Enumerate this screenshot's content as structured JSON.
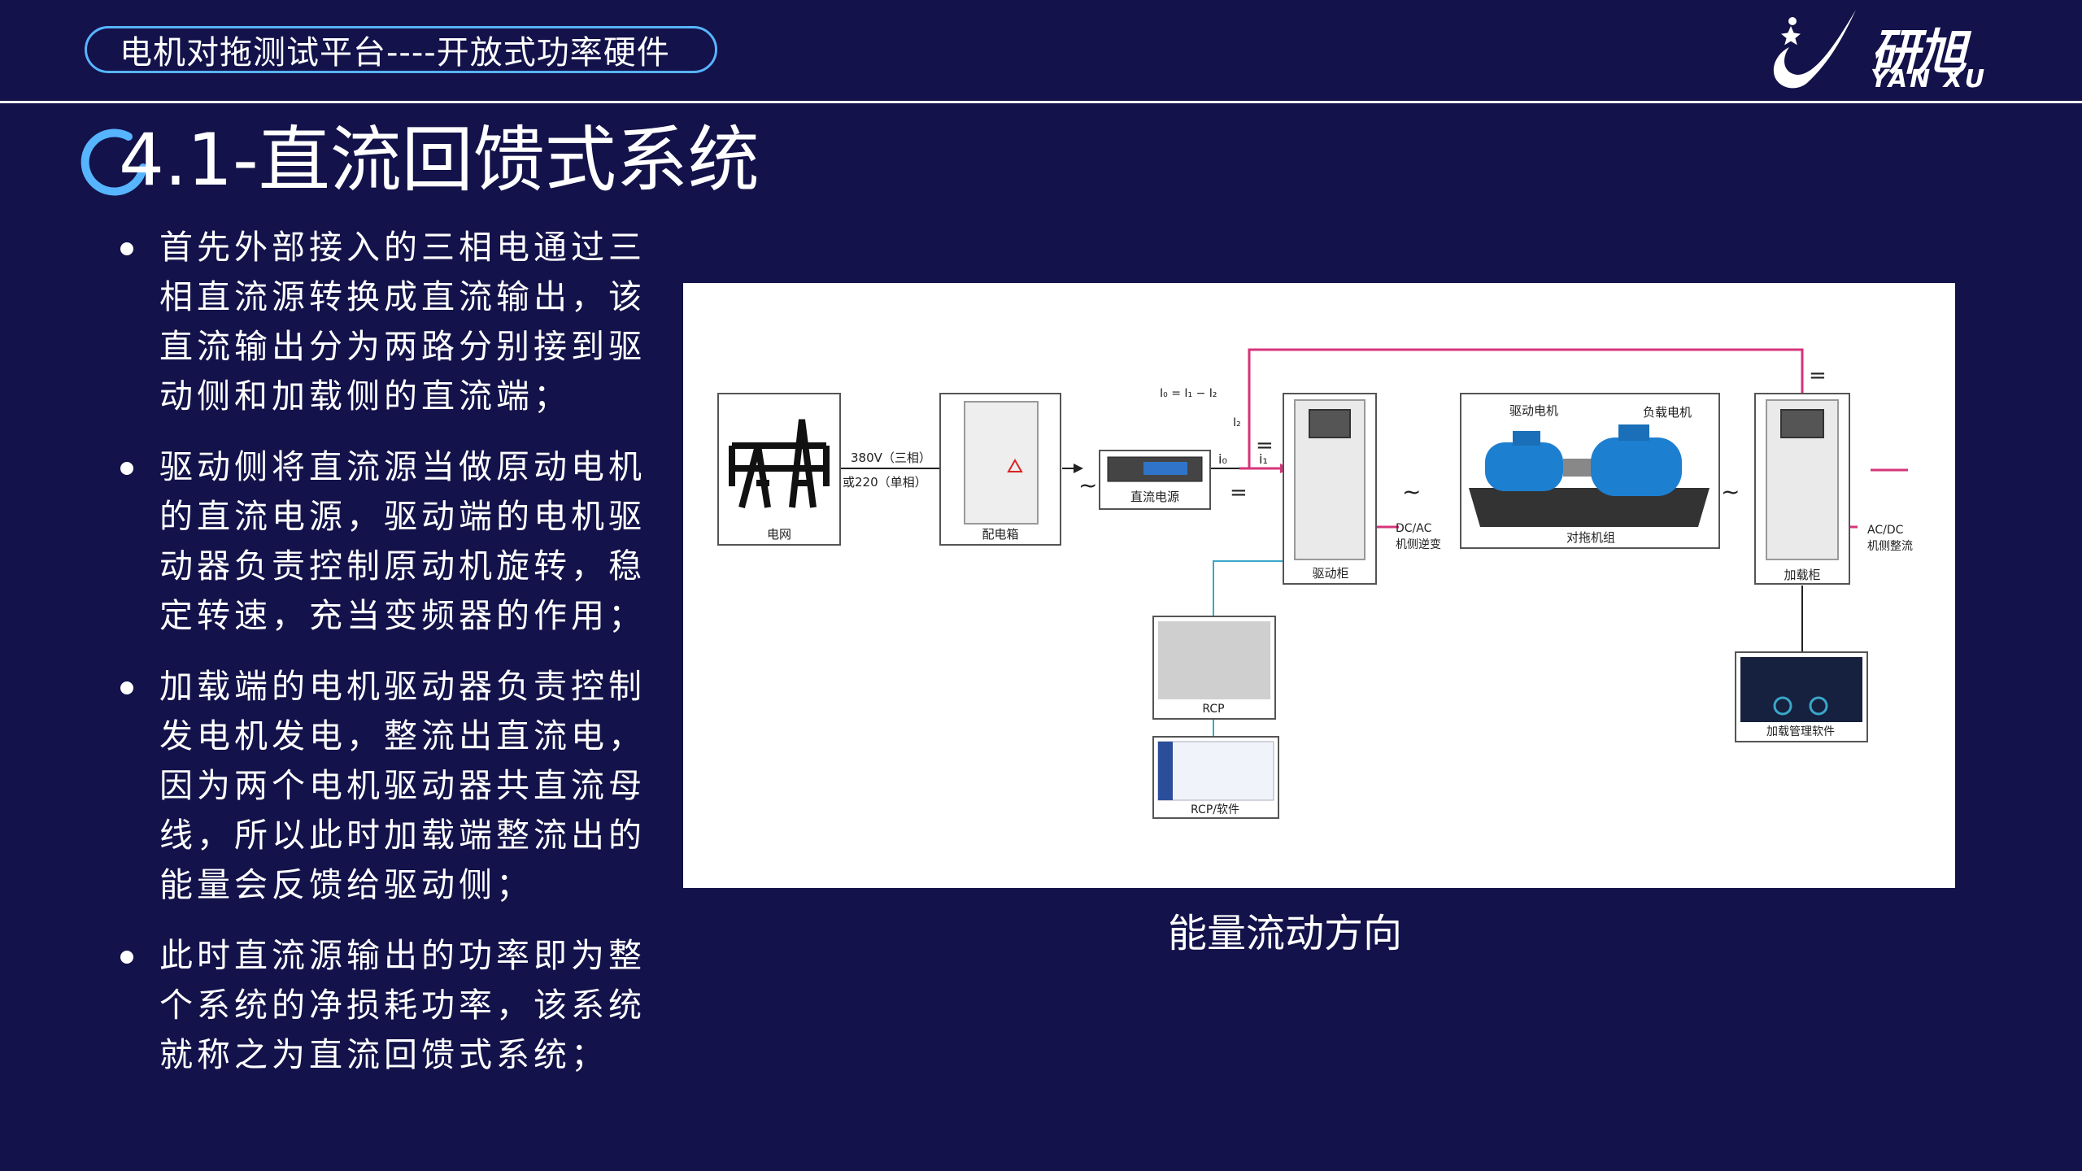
{
  "header": {
    "title": "电机对拖测试平台----开放式功率硬件",
    "logo_cn": "研旭",
    "logo_en": "YAN XU"
  },
  "section": {
    "title": "4.1-直流回馈式系统"
  },
  "bullets": [
    "首先外部接入的三相电通过三相直流源转换成直流输出，该直流输出分为两路分别接到驱动侧和加载侧的直流端；",
    "驱动侧将直流源当做原动电机的直流电源，驱动端的电机驱动器负责控制原动机旋转，稳定转速，充当变频器的作用；",
    "加载端的电机驱动器负责控制发电机发电，整流出直流电，因为两个电机驱动器共直流母线，所以此时加载端整流出的能量会反馈给驱动侧；",
    "此时直流源输出的功率即为整个系统的净损耗功率，该系统就称之为直流回馈式系统；"
  ],
  "diagram": {
    "grid": "电网",
    "voltage_1": "380V（三相）",
    "voltage_2": "或220（单相）",
    "distribution_box": "配电箱",
    "dc_source": "直流电源",
    "current_eq": "I₀ = I₁ − I₂",
    "i0": "i₀",
    "i1": "i₁",
    "i2": "I₂",
    "drive_cabinet": "驱动柜",
    "dcac_1": "DC/AC",
    "dcac_2": "机侧逆变",
    "drive_motor": "驱动电机",
    "load_motor": "负载电机",
    "motor_set": "对拖机组",
    "load_cabinet": "加载柜",
    "acdc_1": "AC/DC",
    "acdc_2": "机侧整流",
    "rcp": "RCP",
    "rcp_software": "RCP/软件",
    "load_software": "加载管理软件",
    "ac_symbol": "~",
    "dc_symbol": "="
  },
  "caption": "能量流动方向",
  "colors": {
    "background": "#13124a",
    "accent": "#57b4ff",
    "dc_bus": "#d6347a",
    "signal": "#3aa7c9"
  }
}
